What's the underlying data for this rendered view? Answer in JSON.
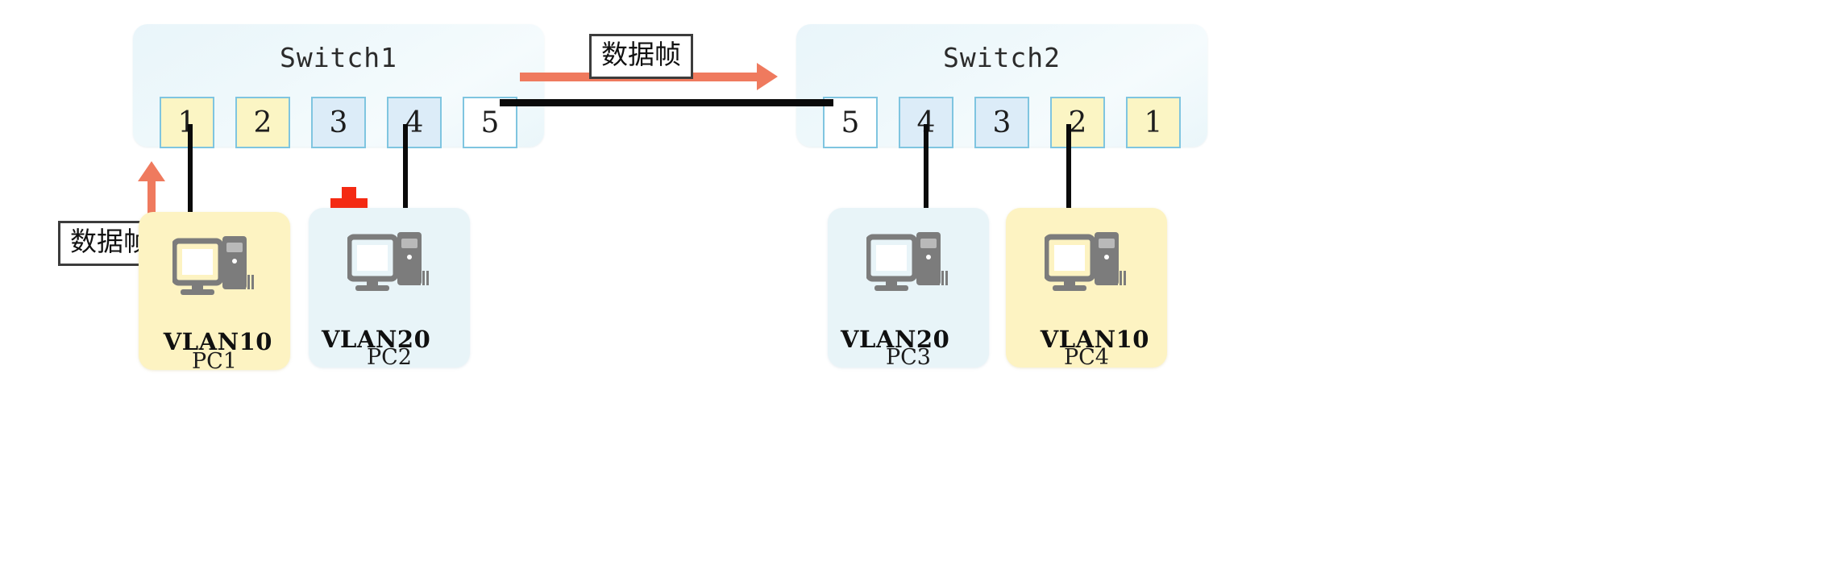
{
  "switches": [
    {
      "id": "switch1",
      "title": "Switch1",
      "ports": [
        {
          "label": "1",
          "vlan": "vlan10"
        },
        {
          "label": "2",
          "vlan": "vlan10"
        },
        {
          "label": "3",
          "vlan": "vlan20"
        },
        {
          "label": "4",
          "vlan": "vlan20"
        },
        {
          "label": "5",
          "vlan": "trunk"
        }
      ]
    },
    {
      "id": "switch2",
      "title": "Switch2",
      "ports": [
        {
          "label": "5",
          "vlan": "trunk"
        },
        {
          "label": "4",
          "vlan": "vlan20"
        },
        {
          "label": "3",
          "vlan": "vlan20"
        },
        {
          "label": "2",
          "vlan": "vlan10"
        },
        {
          "label": "1",
          "vlan": "vlan10"
        }
      ]
    }
  ],
  "hosts": [
    {
      "id": "pc1",
      "name": "PC1",
      "vlan_label": "VLAN10",
      "vlan": "vlan10"
    },
    {
      "id": "pc2",
      "name": "PC2",
      "vlan_label": "VLAN20",
      "vlan": "vlan20"
    },
    {
      "id": "pc3",
      "name": "PC3",
      "vlan_label": "VLAN20",
      "vlan": "vlan20"
    },
    {
      "id": "pc4",
      "name": "PC4",
      "vlan_label": "VLAN10",
      "vlan": "vlan10"
    }
  ],
  "annotations": {
    "frame_label_top": "数据帧",
    "frame_label_left": "数据帧",
    "blocked_marker": "red-cross"
  },
  "colors": {
    "vlan10_fill": "#fbf5c4",
    "vlan20_fill": "#dcecf8",
    "trunk_fill": "#ffffff",
    "port_border": "#7fc5e0",
    "switch_fill": "#edf7fa",
    "host_vlan10_fill": "#fdf3c2",
    "host_vlan20_fill": "#e8f4f8",
    "link_black": "#0a0a0a",
    "flow_arrow": "#ef7a5e",
    "cross_red": "#f42a13"
  }
}
